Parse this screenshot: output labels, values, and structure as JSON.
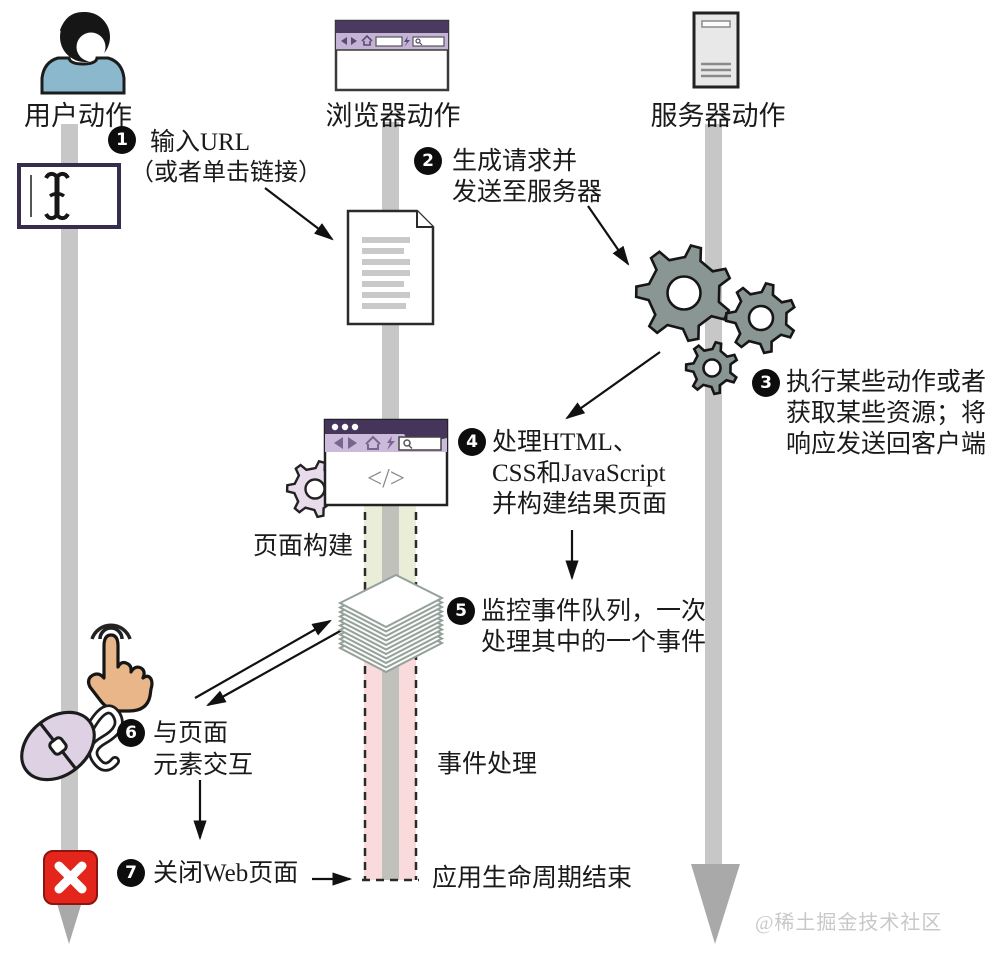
{
  "columns": [
    {
      "id": "user",
      "label": "用户动作",
      "icon": "user-icon"
    },
    {
      "id": "browser",
      "label": "浏览器动作",
      "icon": "browser-window-icon"
    },
    {
      "id": "server",
      "label": "服务器动作",
      "icon": "server-icon"
    }
  ],
  "steps": [
    {
      "num": "1",
      "lines": [
        "输入URL",
        "（或者单击链接）"
      ]
    },
    {
      "num": "2",
      "lines": [
        "生成请求并",
        "发送至服务器"
      ]
    },
    {
      "num": "3",
      "lines": [
        "执行某些动作或者",
        "获取某些资源；将",
        "响应发送回客户端"
      ]
    },
    {
      "num": "4",
      "lines": [
        "处理HTML、",
        "CSS和JavaScript",
        "并构建结果页面"
      ]
    },
    {
      "num": "5",
      "lines": [
        "监控事件队列，一次",
        "处理其中的一个事件"
      ]
    },
    {
      "num": "6",
      "lines": [
        "与页面",
        "元素交互"
      ]
    },
    {
      "num": "7",
      "lines": [
        "关闭Web页面"
      ]
    }
  ],
  "phases": {
    "page_build": "页面构建",
    "event_handling": "事件处理",
    "lifecycle_end": "应用生命周期结束"
  },
  "code_glyph": "</>",
  "watermark": "@稀土掘金技术社区",
  "colors": {
    "timeline": "#c7c7c7",
    "timeline_arrow": "#a9a9a9",
    "page_build_fill": "#eaeed9",
    "event_handling_fill": "#f9dbdb",
    "gear": "#8a9694",
    "gear_light": "#e8dcec",
    "browser_titlebar": "#4a3960",
    "browser_toolbar": "#c4b3d4",
    "close_red": "#e3251c",
    "hand_skin": "#e9b689",
    "mouse_body": "#ddd1e3",
    "shirt_blue": "#8cb8cd"
  }
}
